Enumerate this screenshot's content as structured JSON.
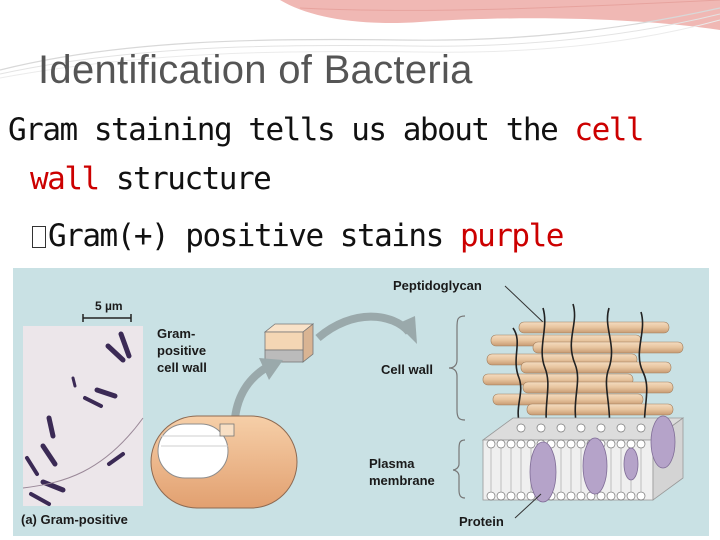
{
  "slide": {
    "title": "Identification of Bacteria",
    "line1_a": "Gram staining tells us about the ",
    "line1_b": "cell",
    "line2_a": "wall",
    "line2_b": " structure",
    "bullet_a": "Gram(+) positive stains ",
    "bullet_b": "purple"
  },
  "figure": {
    "scale_label": "5 µm",
    "gram_label_1": "Gram-",
    "gram_label_2": "positive",
    "gram_label_3": "cell wall",
    "peptidoglycan_label": "Peptidoglycan",
    "cell_wall_label": "Cell wall",
    "plasma_label_1": "Plasma",
    "plasma_label_2": "membrane",
    "protein_label": "Protein",
    "caption": "(a) Gram-positive"
  },
  "colors": {
    "accent_red": "#cc0000",
    "figure_bg": "#c9e1e4",
    "micrograph_bg": "#ece6ea",
    "rod_color": "#d8c09a",
    "protein_color": "#b5a3c9"
  }
}
